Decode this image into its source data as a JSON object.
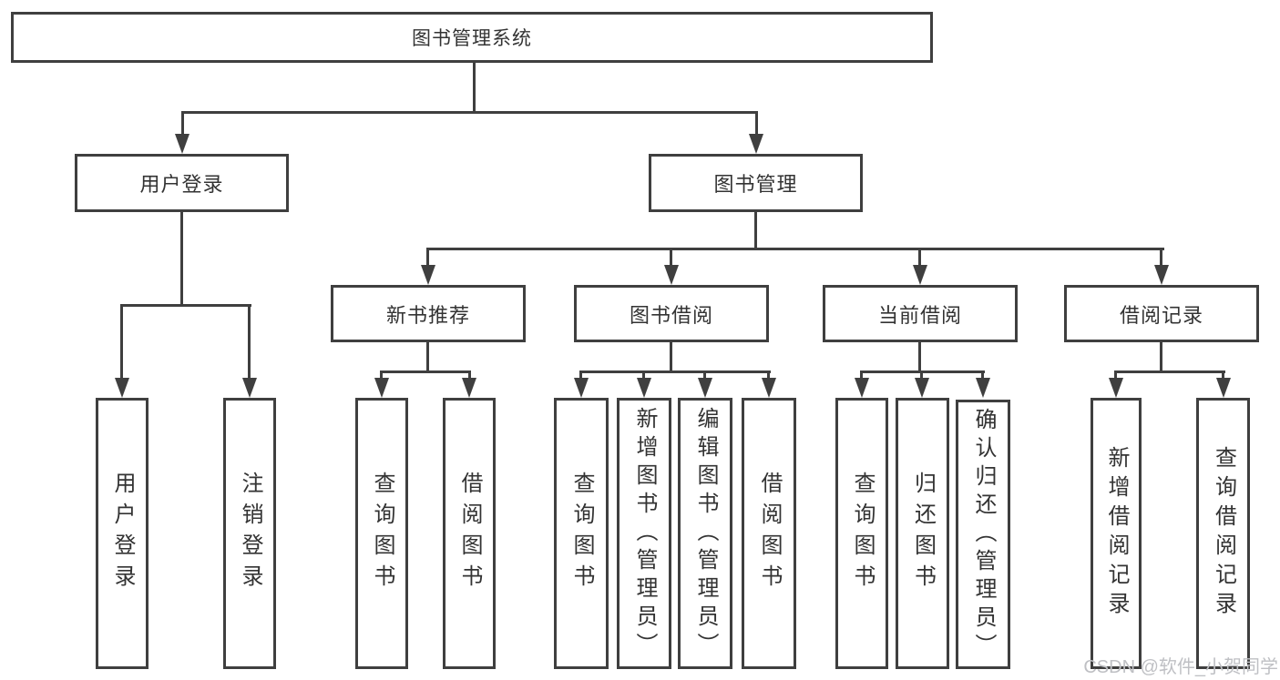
{
  "tree": {
    "root": {
      "label": "图书管理系统"
    },
    "branches": [
      {
        "label": "用户登录",
        "children": [
          {
            "label": "用户登录"
          },
          {
            "label": "注销登录"
          }
        ]
      },
      {
        "label": "图书管理",
        "children": [
          {
            "label": "新书推荐",
            "children": [
              {
                "label": "查询图书"
              },
              {
                "label": "借阅图书"
              }
            ]
          },
          {
            "label": "图书借阅",
            "children": [
              {
                "label": "查询图书"
              },
              {
                "label": "新增图书（管理员）"
              },
              {
                "label": "编辑图书（管理员）"
              },
              {
                "label": "借阅图书"
              }
            ]
          },
          {
            "label": "当前借阅",
            "children": [
              {
                "label": "查询图书"
              },
              {
                "label": "归还图书"
              },
              {
                "label": "确认归还（管理员）"
              }
            ]
          },
          {
            "label": "借阅记录",
            "children": [
              {
                "label": "新增借阅记录"
              },
              {
                "label": "查询借阅记录"
              }
            ]
          }
        ]
      }
    ]
  },
  "watermark": {
    "text": "CSDN @软件_小贺同学"
  },
  "colors": {
    "line": "#3f3f3f",
    "text": "#333333",
    "box_fill": "#ffffff",
    "background": "#ffffff",
    "watermark": "#bfc0c4"
  }
}
